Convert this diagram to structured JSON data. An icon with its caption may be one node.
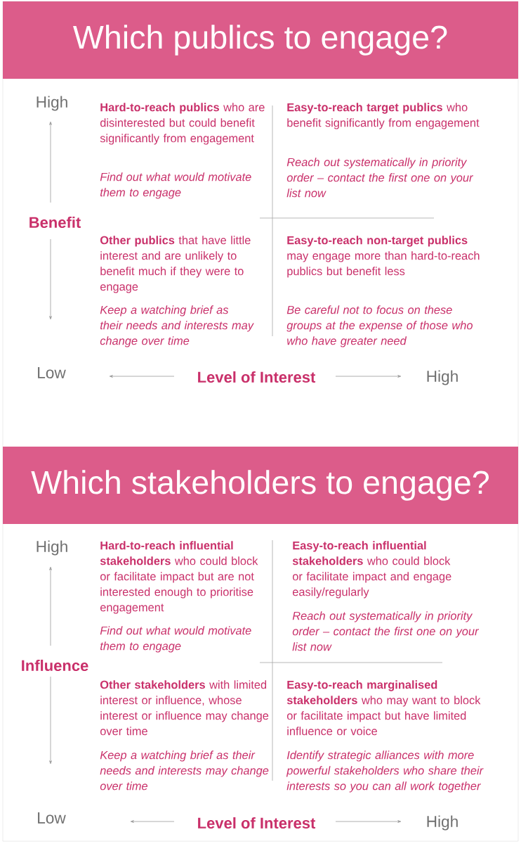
{
  "diagram": {
    "nodes": [
      {
        "text": [
          "Which publics to engage?"
        ]
      },
      {
        "text": [
          "Which stakeholders to engage?"
        ]
      }
    ],
    "edges": [],
    "labels": [
      "High",
      "**Hard-to-reach publics** who are disinterested but could benefit significantly from engagement",
      "Find out what would motivate them to engage",
      "**Easy-to-reach target publics** who benefit significantly from engagement",
      "Reach out systematically in priority order – contact the first one on your list now",
      "Benefit",
      "**Other publics** that have little interest and are unlikely to benefit much if they were to engage",
      "Keep a watching brief as their needs and interests may change over time",
      "**Easy-to-reach non-target publics** may engage more than hard-to-reach publics but benefit less",
      "Be careful not to focus on these groups at the expense of those who who have greater need",
      "Low",
      "Level of Interest",
      "High",
      "High",
      "**Hard-to-reach influential stakeholders** who could block or facilitate impact but are not interested enough to prioritise engagement",
      "Find out what would motivate them to engage",
      "**Easy-to-reach influential stakeholders** who could block or facilitate impact and engage easily/regularly",
      "Reach out systematically in priority order – contact the first one on your list now",
      "Influence",
      "**Other stakeholders** with limited interest or influence, whose interest or influence may change over time",
      "Keep a watching brief as their needs and interests may change over time",
      "**Easy-to-reach marginalised stakeholders** who may want to block or facilitate impact but have limited influence or voice",
      "Identify strategic alliances with more powerful stakeholders who share their interests so you can all work together",
      "Low",
      "Level of Interest",
      "High"
    ]
  }
}
